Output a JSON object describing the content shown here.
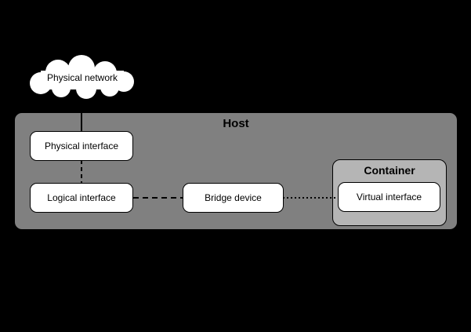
{
  "cloud": {
    "label": "Physical network"
  },
  "host": {
    "label": "Host",
    "physical_interface": {
      "label": "Physical interface"
    },
    "logical_interface": {
      "label": "Logical interface"
    },
    "bridge_device": {
      "label": "Bridge device"
    },
    "container": {
      "label": "Container",
      "virtual_interface": {
        "label": "Virtual interface"
      }
    }
  },
  "connections": [
    {
      "from": "Physical network",
      "to": "Physical interface",
      "style": "solid"
    },
    {
      "from": "Physical interface",
      "to": "Logical interface",
      "style": "dashed"
    },
    {
      "from": "Logical interface",
      "to": "Bridge device",
      "style": "dashed"
    },
    {
      "from": "Bridge device",
      "to": "Virtual interface",
      "style": "dotted"
    }
  ],
  "colors": {
    "background": "#000000",
    "host_fill": "#808080",
    "container_fill": "#b5b5b5",
    "node_fill": "#ffffff",
    "node_border": "#000000",
    "connector": "#000000",
    "text": "#000000"
  }
}
